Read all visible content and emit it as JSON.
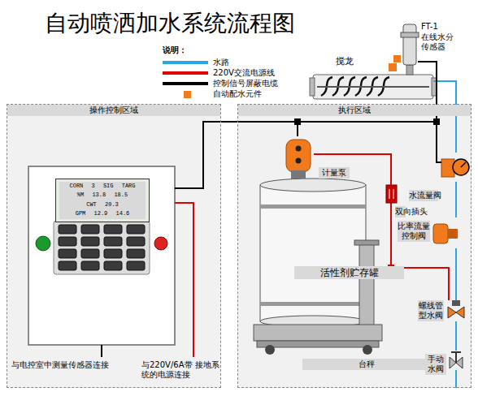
{
  "diagram": {
    "title": "自动喷洒加水系统流程图",
    "nodes": [
      {
        "text": [
          "FT-1",
          "在线水分 传感器"
        ]
      },
      {
        "text": [
          "搅龙"
        ]
      },
      {
        "text": [
          "操作控制区域"
        ]
      },
      {
        "text": [
          "CORN 3 SIG TARG",
          "%M 13.8 18.5",
          "CWT 20.3",
          "GPM 12.9 14.6"
        ],
        "in": 2
      },
      {
        "text": [
          "执行区域"
        ]
      },
      {
        "text": [
          "计量泵"
        ],
        "in": 4
      },
      {
        "text": [
          "水流量阀"
        ],
        "in": 4
      },
      {
        "text": [
          "双向插头"
        ],
        "in": 4
      },
      {
        "text": [
          "活性剂贮存罐"
        ],
        "in": 4
      },
      {
        "text": [
          "比率流量 控制阀"
        ],
        "in": 4
      },
      {
        "text": [
          "螺线管 型水阀"
        ],
        "in": 4
      },
      {
        "text": [
          "台秤"
        ],
        "in": 4
      },
      {
        "text": [
          "手动 水阀"
        ],
        "in": 4
      }
    ],
    "edges": [
      {
        "from": 12,
        "to": 10,
        "arrow": "none"
      },
      {
        "from": 10,
        "to": 9,
        "arrow": "none"
      },
      {
        "from": 9,
        "to": 6,
        "arrow": "none"
      },
      {
        "from": 6,
        "to": 1,
        "arrow": "none"
      },
      {
        "from": 0,
        "to": 6,
        "arrow": "none"
      },
      {
        "from": 5,
        "to": 7,
        "arrow": "none"
      }
    ],
    "labels": [
      "说明：",
      "与电控室中测量传感器连接",
      "与220V/6A带 接地系统的电源连接"
    ],
    "legend": [
      {
        "text": "水路"
      },
      {
        "text": "220V交流电源线"
      },
      {
        "text": "控制信号屏蔽电缆"
      },
      {
        "text": "自动配水元件",
        "color": "#f07a1c"
      }
    ]
  }
}
